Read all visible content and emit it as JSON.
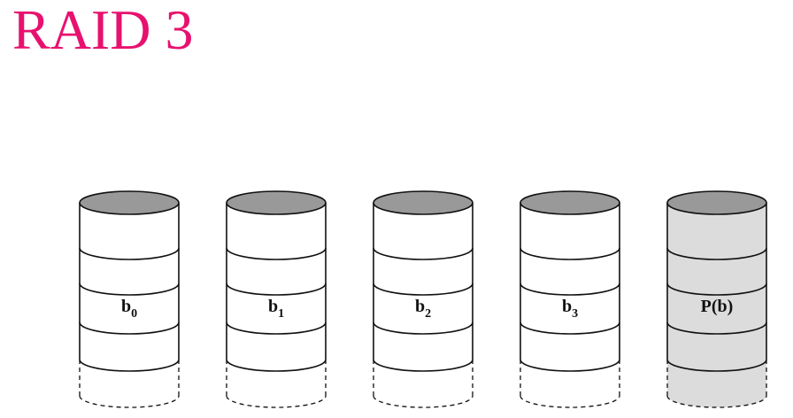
{
  "title": "RAID 3",
  "colors": {
    "title": "#e8116f",
    "cap": "#999999",
    "data_disk_body": "#ffffff",
    "parity_disk_body": "#dcdcdc",
    "stroke": "#111111"
  },
  "disks": [
    {
      "label_main": "b",
      "label_sub": "0",
      "parity": false
    },
    {
      "label_main": "b",
      "label_sub": "1",
      "parity": false
    },
    {
      "label_main": "b",
      "label_sub": "2",
      "parity": false
    },
    {
      "label_main": "b",
      "label_sub": "3",
      "parity": false
    },
    {
      "label_main": "P(b)",
      "label_sub": "",
      "parity": true
    }
  ]
}
